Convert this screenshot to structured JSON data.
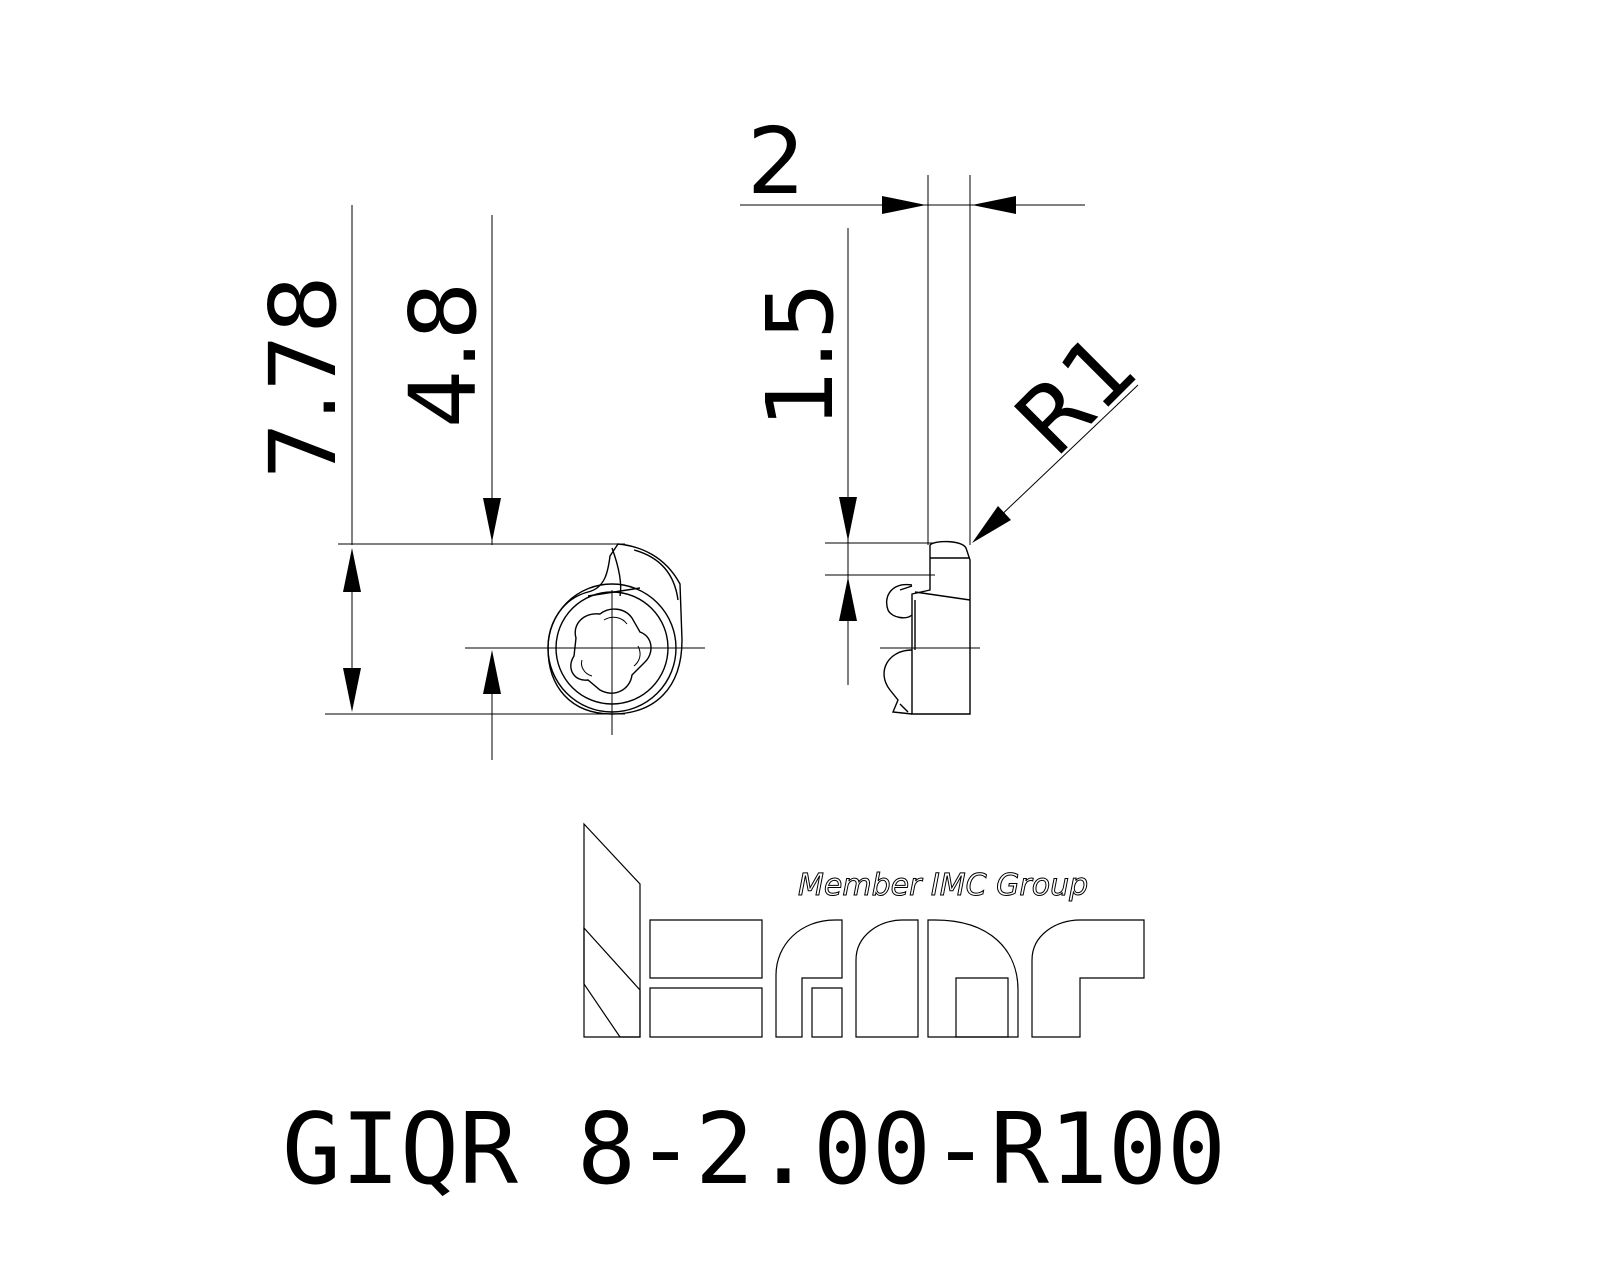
{
  "dimensions": {
    "overall_height": "7.78",
    "center_height": "4.8",
    "width": "2",
    "step_height": "1.5",
    "corner_radius": "R1"
  },
  "logo": {
    "tagline": "Member IMC Group",
    "brand": "iscar"
  },
  "product": {
    "designation": "GIQR 8-2.00-R100"
  }
}
